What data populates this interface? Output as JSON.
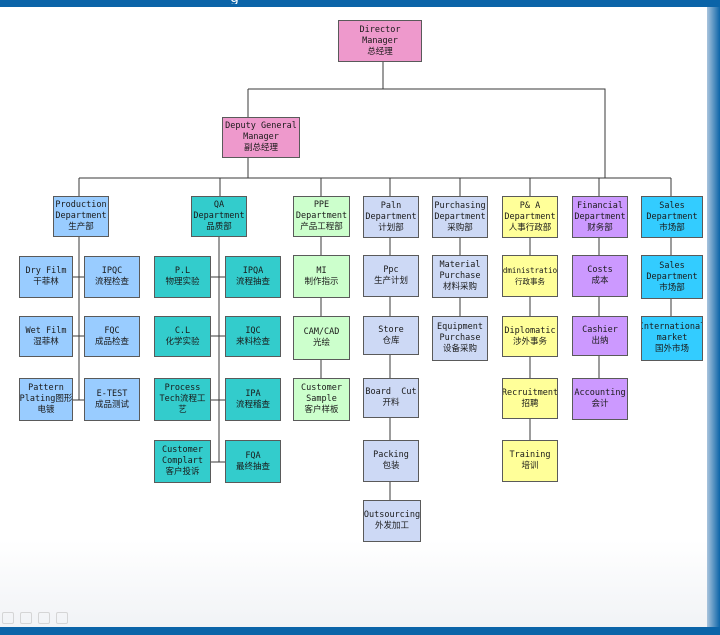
{
  "header_fragment": "g",
  "chart": {
    "top": {
      "id": "director",
      "lines": [
        "Director",
        "Manager",
        "总经理"
      ]
    },
    "deputy": {
      "id": "deputy",
      "lines": [
        "Deputy General",
        "Manager",
        "副总经理"
      ]
    },
    "departments": [
      {
        "id": "production",
        "lines": [
          "Production",
          "Department",
          "生产部"
        ]
      },
      {
        "id": "qa",
        "lines": [
          "QA",
          "Department",
          "品质部"
        ]
      },
      {
        "id": "ppe",
        "lines": [
          "PPE",
          "Department",
          "产品工程部"
        ]
      },
      {
        "id": "paln",
        "lines": [
          "Paln",
          "Department",
          "计划部"
        ]
      },
      {
        "id": "purchasing",
        "lines": [
          "Purchasing",
          "Department",
          "采购部"
        ]
      },
      {
        "id": "pa",
        "lines": [
          "P& A",
          "Department",
          "人事行政部"
        ]
      },
      {
        "id": "financial",
        "lines": [
          "Financial",
          "Department",
          "财务部"
        ]
      },
      {
        "id": "sales",
        "lines": [
          "Sales",
          "Department",
          "市场部"
        ]
      }
    ],
    "units": [
      {
        "id": "dryfilm",
        "lines": [
          "Dry Film",
          "干菲林"
        ]
      },
      {
        "id": "ipqc",
        "lines": [
          "IPQC",
          "流程检查"
        ]
      },
      {
        "id": "wetfilm",
        "lines": [
          "Wet Film",
          "湿菲林"
        ]
      },
      {
        "id": "fqc",
        "lines": [
          "FQC",
          "成品检查"
        ]
      },
      {
        "id": "pattern",
        "lines": [
          "Pattern",
          "Plating图形",
          "电镀"
        ]
      },
      {
        "id": "etest",
        "lines": [
          "E-TEST",
          "成品测试"
        ]
      },
      {
        "id": "pl",
        "lines": [
          "P.L",
          "物理实验"
        ]
      },
      {
        "id": "ipqa",
        "lines": [
          "IPQA",
          "流程抽查"
        ]
      },
      {
        "id": "cl",
        "lines": [
          "C.L",
          "化学实验"
        ]
      },
      {
        "id": "iqc",
        "lines": [
          "IQC",
          "来料检查"
        ]
      },
      {
        "id": "process",
        "lines": [
          "Process",
          "Tech流程工",
          "艺"
        ]
      },
      {
        "id": "ipa",
        "lines": [
          "IPA",
          "流程稽查"
        ]
      },
      {
        "id": "complaint",
        "lines": [
          "Customer",
          "Complart",
          "客户投诉"
        ]
      },
      {
        "id": "fqa",
        "lines": [
          "FQA",
          "最终抽查"
        ]
      },
      {
        "id": "mi",
        "lines": [
          "MI",
          "制作指示"
        ]
      },
      {
        "id": "camcad",
        "lines": [
          "CAM/CAD",
          "光绘"
        ]
      },
      {
        "id": "custsample",
        "lines": [
          "Customer",
          "Sample",
          "客户样板"
        ]
      },
      {
        "id": "ppc",
        "lines": [
          "Ppc",
          "生产计划"
        ]
      },
      {
        "id": "store",
        "lines": [
          "Store",
          "仓库"
        ]
      },
      {
        "id": "boardcut",
        "lines": [
          "Board  Cut",
          "开料"
        ]
      },
      {
        "id": "packing",
        "lines": [
          "Packing",
          "包装"
        ]
      },
      {
        "id": "outsourcing",
        "lines": [
          "Outsourcing",
          "外发加工"
        ]
      },
      {
        "id": "material",
        "lines": [
          "Material",
          "Purchase",
          "材料采购"
        ]
      },
      {
        "id": "equipment",
        "lines": [
          "Equipment",
          "Purchase",
          "设备采购"
        ]
      },
      {
        "id": "admin",
        "lines": [
          "Administration",
          "行政事务"
        ]
      },
      {
        "id": "diplomatic",
        "lines": [
          "Diplomatic",
          "涉外事务"
        ]
      },
      {
        "id": "recruitment",
        "lines": [
          "Recruitment",
          "招聘"
        ]
      },
      {
        "id": "training",
        "lines": [
          "Training",
          "培训"
        ]
      },
      {
        "id": "costs",
        "lines": [
          "Costs",
          "成本"
        ]
      },
      {
        "id": "cashier",
        "lines": [
          "Cashier",
          "出纳"
        ]
      },
      {
        "id": "accounting",
        "lines": [
          "Accounting",
          "会计"
        ]
      },
      {
        "id": "salesdept2",
        "lines": [
          "Sales",
          "Department",
          "市场部"
        ]
      },
      {
        "id": "intl",
        "lines": [
          "International",
          "market",
          "国外市场"
        ]
      }
    ]
  }
}
